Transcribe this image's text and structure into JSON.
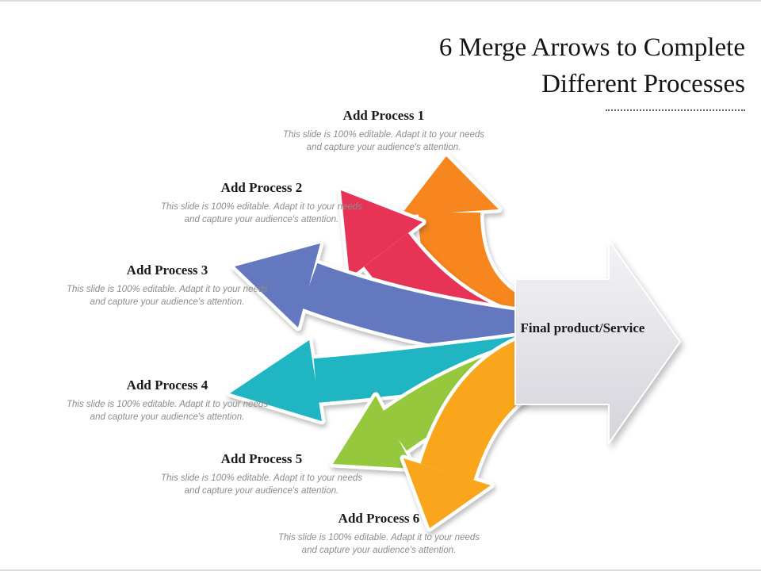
{
  "slide": {
    "title": "6 Merge Arrows to Complete Different Processes",
    "final_label": "Final product/Service"
  },
  "processes": [
    {
      "label": "Add Process 1",
      "desc": "This slide is 100% editable. Adapt it to your needs and capture your audience's attention."
    },
    {
      "label": "Add Process 2",
      "desc": "This slide is 100% editable. Adapt it to your needs and capture your audience's attention."
    },
    {
      "label": "Add Process 3",
      "desc": "This slide is 100% editable. Adapt it to your needs and capture your audience's attention."
    },
    {
      "label": "Add Process 4",
      "desc": "This slide is 100% editable. Adapt it to your needs and capture your audience's attention."
    },
    {
      "label": "Add Process 5",
      "desc": "This slide is 100% editable. Adapt it to your needs and capture your audience's attention."
    },
    {
      "label": "Add Process 6",
      "desc": "This slide is 100% editable. Adapt it to your needs and capture your audience's attention."
    }
  ],
  "colors": {
    "arrow1": "#F6861D",
    "arrow2": "#E73456",
    "arrow3": "#6478BF",
    "arrow4": "#20B5C2",
    "arrow5": "#95C83D",
    "arrow6": "#F9A61C",
    "final_arrow_light": "#F3F3F6",
    "final_arrow_dark": "#D4D4DB",
    "heading_text": "#1A1A1A",
    "desc_text": "#8C8C8C"
  }
}
